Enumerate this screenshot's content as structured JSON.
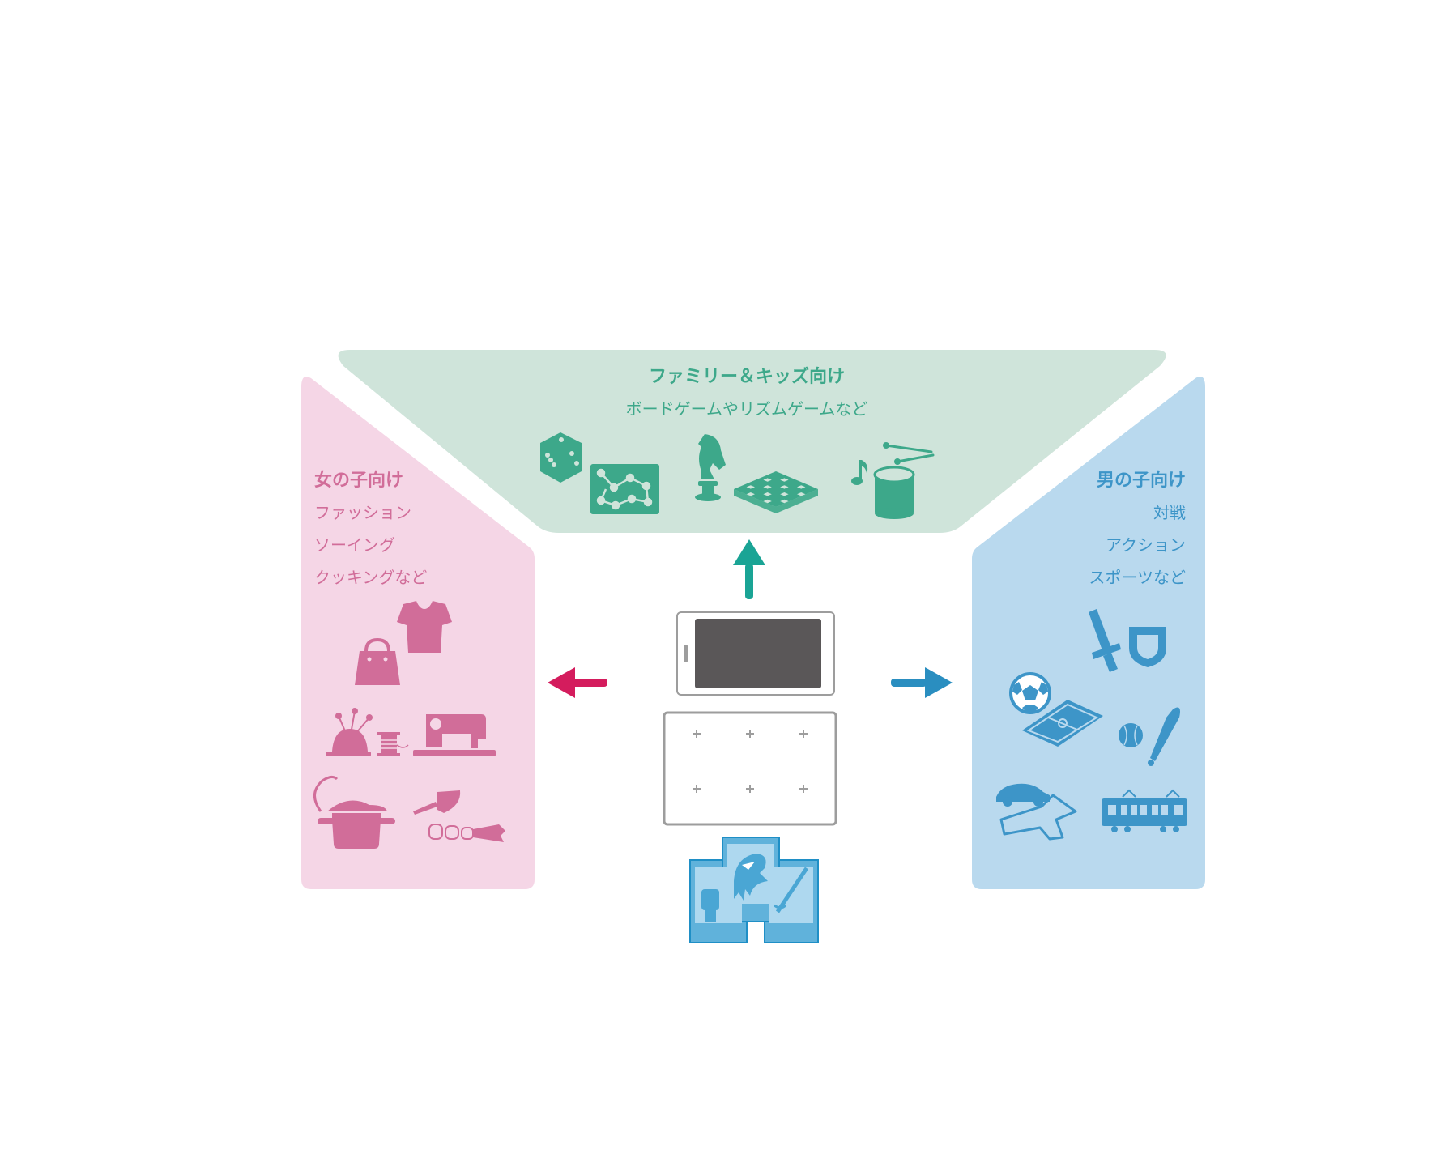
{
  "colors": {
    "family_bg": "#cfe4da",
    "family_fg": "#3da88a",
    "girls_bg": "#f5d6e6",
    "girls_fg": "#d16d99",
    "boys_bg": "#b9d9ee",
    "boys_fg": "#3d95c8",
    "arrow_up": "#1aa495",
    "arrow_left": "#d41c5d",
    "arrow_right": "#2a8ec0",
    "device_screen": "#5a5758",
    "device_border": "#9d9d9d"
  },
  "family": {
    "title": "ファミリー＆キッズ向け",
    "subtitle": "ボードゲームやリズムゲームなど",
    "icons": [
      "dice-icon",
      "board-game-map-icon",
      "chess-knight-icon",
      "checkerboard-icon",
      "music-note-icon",
      "drum-icon"
    ]
  },
  "girls": {
    "title": "女の子向け",
    "lines": [
      "ファッション",
      "ソーイング",
      "クッキングなど"
    ],
    "icons": [
      "tshirt-icon",
      "handbag-icon",
      "pincushion-icon",
      "thread-spool-icon",
      "sewing-machine-icon",
      "cooking-pot-icon",
      "kitchen-knife-icon",
      "vegetables-icon"
    ]
  },
  "boys": {
    "title": "男の子向け",
    "lines": [
      "対戦",
      "アクション",
      "スポーツなど"
    ],
    "icons": [
      "sword-icon",
      "shield-icon",
      "soccer-ball-icon",
      "soccer-field-icon",
      "baseball-icon",
      "baseball-bat-icon",
      "race-car-track-icon",
      "train-icon"
    ]
  },
  "center": {
    "icons": [
      "tablet-icon",
      "play-mat-icon",
      "trading-cards-icon"
    ]
  }
}
